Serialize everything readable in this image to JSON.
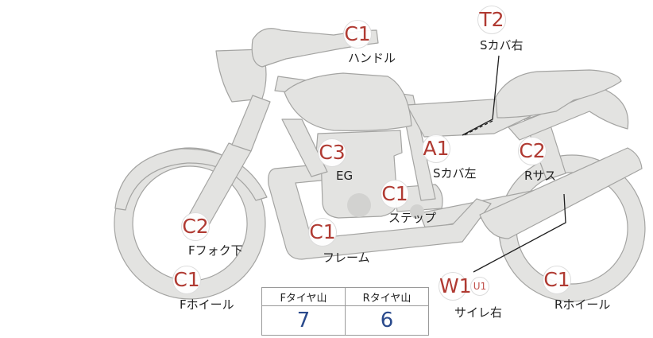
{
  "colors": {
    "bike_fill": "#e3e3e1",
    "bike_stroke": "#a4a4a2",
    "badge_text": "#b03a32",
    "value_text": "#2a4a8c"
  },
  "markers": [
    {
      "id": "handle",
      "code": "C1",
      "label": "ハンドル"
    },
    {
      "id": "side-cover-right",
      "code": "T2",
      "label": "Sカバ右"
    },
    {
      "id": "engine",
      "code": "C3",
      "label": "EG"
    },
    {
      "id": "side-cover-left",
      "code": "A1",
      "label": "Sカバ左"
    },
    {
      "id": "rear-suspension",
      "code": "C2",
      "label": "Rサス"
    },
    {
      "id": "step",
      "code": "C1",
      "label": "ステップ"
    },
    {
      "id": "front-fork-lower",
      "code": "C2",
      "label": "Fフォク下"
    },
    {
      "id": "frame",
      "code": "C1",
      "label": "フレーム"
    },
    {
      "id": "front-wheel",
      "code": "C1",
      "label": "Fホイール"
    },
    {
      "id": "silencer-right",
      "code": "W1",
      "sub": "U1",
      "label": "サイレ右"
    },
    {
      "id": "rear-wheel",
      "code": "C1",
      "label": "Rホイール"
    }
  ],
  "tire_table": {
    "front_header": "Fタイヤ山",
    "rear_header": "Rタイヤ山",
    "front_value": "7",
    "rear_value": "6"
  }
}
